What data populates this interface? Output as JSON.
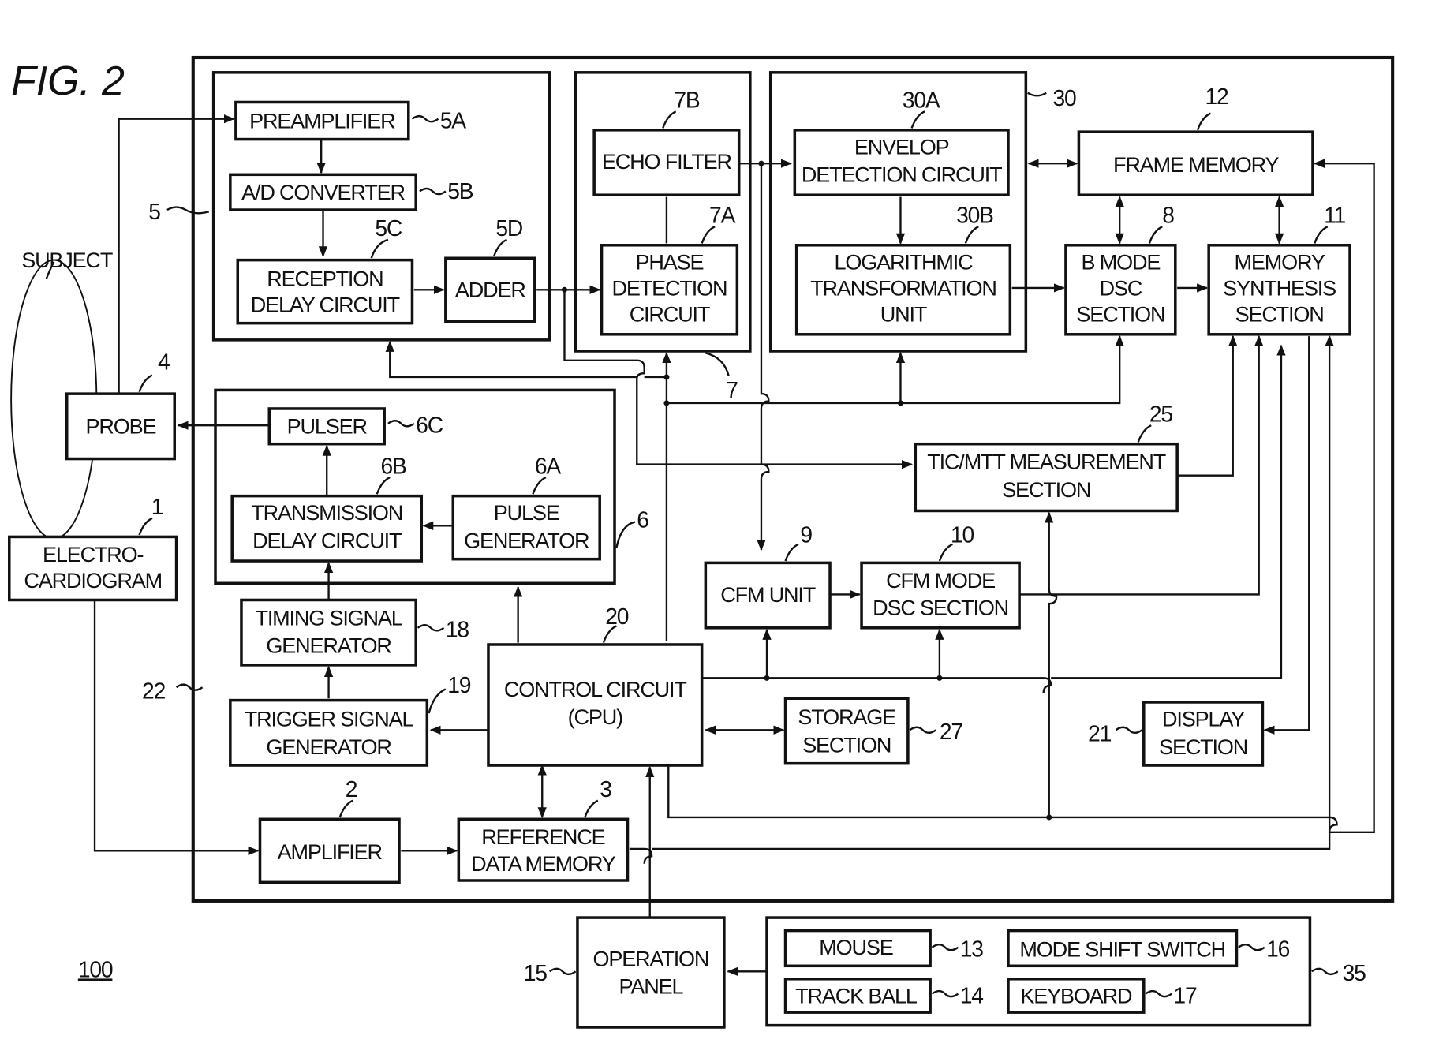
{
  "figure": {
    "title": "FIG. 2",
    "system_ref": "100"
  },
  "blocks": {
    "preamplifier": {
      "lines": [
        "PREAMPLIFIER"
      ],
      "ref": "5A"
    },
    "ad_converter": {
      "lines": [
        "A/D CONVERTER"
      ],
      "ref": "5B"
    },
    "reception_delay": {
      "lines": [
        "RECEPTION",
        "DELAY CIRCUIT"
      ],
      "ref": "5C"
    },
    "adder": {
      "lines": [
        "ADDER"
      ],
      "ref": "5D"
    },
    "echo_filter": {
      "lines": [
        "ECHO FILTER"
      ],
      "ref": "7B"
    },
    "phase_detection": {
      "lines": [
        "PHASE",
        "DETECTION",
        "CIRCUIT"
      ],
      "ref": "7A"
    },
    "envelop_detection": {
      "lines": [
        "ENVELOP",
        "DETECTION CIRCUIT"
      ],
      "ref": "30A"
    },
    "log_transform": {
      "lines": [
        "LOGARITHMIC",
        "TRANSFORMATION",
        "UNIT"
      ],
      "ref": "30B"
    },
    "frame_memory": {
      "lines": [
        "FRAME MEMORY"
      ],
      "ref": "12"
    },
    "b_mode_dsc": {
      "lines": [
        "B MODE",
        "DSC",
        "SECTION"
      ],
      "ref": "8"
    },
    "memory_synthesis": {
      "lines": [
        "MEMORY",
        "SYNTHESIS",
        "SECTION"
      ],
      "ref": "11"
    },
    "probe": {
      "lines": [
        "PROBE"
      ],
      "ref": "4"
    },
    "ecg": {
      "lines": [
        "ELECTRO-",
        "CARDIOGRAM"
      ],
      "ref": "1"
    },
    "pulser": {
      "lines": [
        "PULSER"
      ],
      "ref": "6C"
    },
    "transmission_delay": {
      "lines": [
        "TRANSMISSION",
        "DELAY CIRCUIT"
      ],
      "ref": "6B"
    },
    "pulse_generator": {
      "lines": [
        "PULSE",
        "GENERATOR"
      ],
      "ref": "6A"
    },
    "tic_mtt": {
      "lines": [
        "TIC/MTT MEASUREMENT",
        "SECTION"
      ],
      "ref": "25"
    },
    "cfm_unit": {
      "lines": [
        "CFM UNIT"
      ],
      "ref": "9"
    },
    "cfm_mode_dsc": {
      "lines": [
        "CFM MODE",
        "DSC SECTION"
      ],
      "ref": "10"
    },
    "timing_signal": {
      "lines": [
        "TIMING SIGNAL",
        "GENERATOR"
      ],
      "ref": "18"
    },
    "trigger_signal": {
      "lines": [
        "TRIGGER SIGNAL",
        "GENERATOR"
      ],
      "ref": "19"
    },
    "control_circuit": {
      "lines": [
        "CONTROL CIRCUIT",
        "(CPU)"
      ],
      "ref": "20"
    },
    "storage": {
      "lines": [
        "STORAGE",
        "SECTION"
      ],
      "ref": "27"
    },
    "display": {
      "lines": [
        "DISPLAY",
        "SECTION"
      ],
      "ref": "21"
    },
    "amplifier": {
      "lines": [
        "AMPLIFIER"
      ],
      "ref": "2"
    },
    "reference_memory": {
      "lines": [
        "REFERENCE",
        "DATA MEMORY"
      ],
      "ref": "3"
    },
    "operation_panel": {
      "lines": [
        "OPERATION",
        "PANEL"
      ],
      "ref": "15"
    },
    "mouse": {
      "lines": [
        "MOUSE"
      ],
      "ref": "13"
    },
    "track_ball": {
      "lines": [
        "TRACK BALL"
      ],
      "ref": "14"
    },
    "mode_shift": {
      "lines": [
        "MODE SHIFT SWITCH"
      ],
      "ref": "16"
    },
    "keyboard": {
      "lines": [
        "KEYBOARD"
      ],
      "ref": "17"
    }
  },
  "groups": {
    "receiver": {
      "ref": "5"
    },
    "transmitter": {
      "ref": "6"
    },
    "doppler": {
      "ref": "7"
    },
    "bmode_processor": {
      "ref": "30"
    },
    "main_body": {
      "ref": "22"
    },
    "input_devices": {
      "ref": "35"
    }
  },
  "labels": {
    "subject": "SUBJECT"
  }
}
